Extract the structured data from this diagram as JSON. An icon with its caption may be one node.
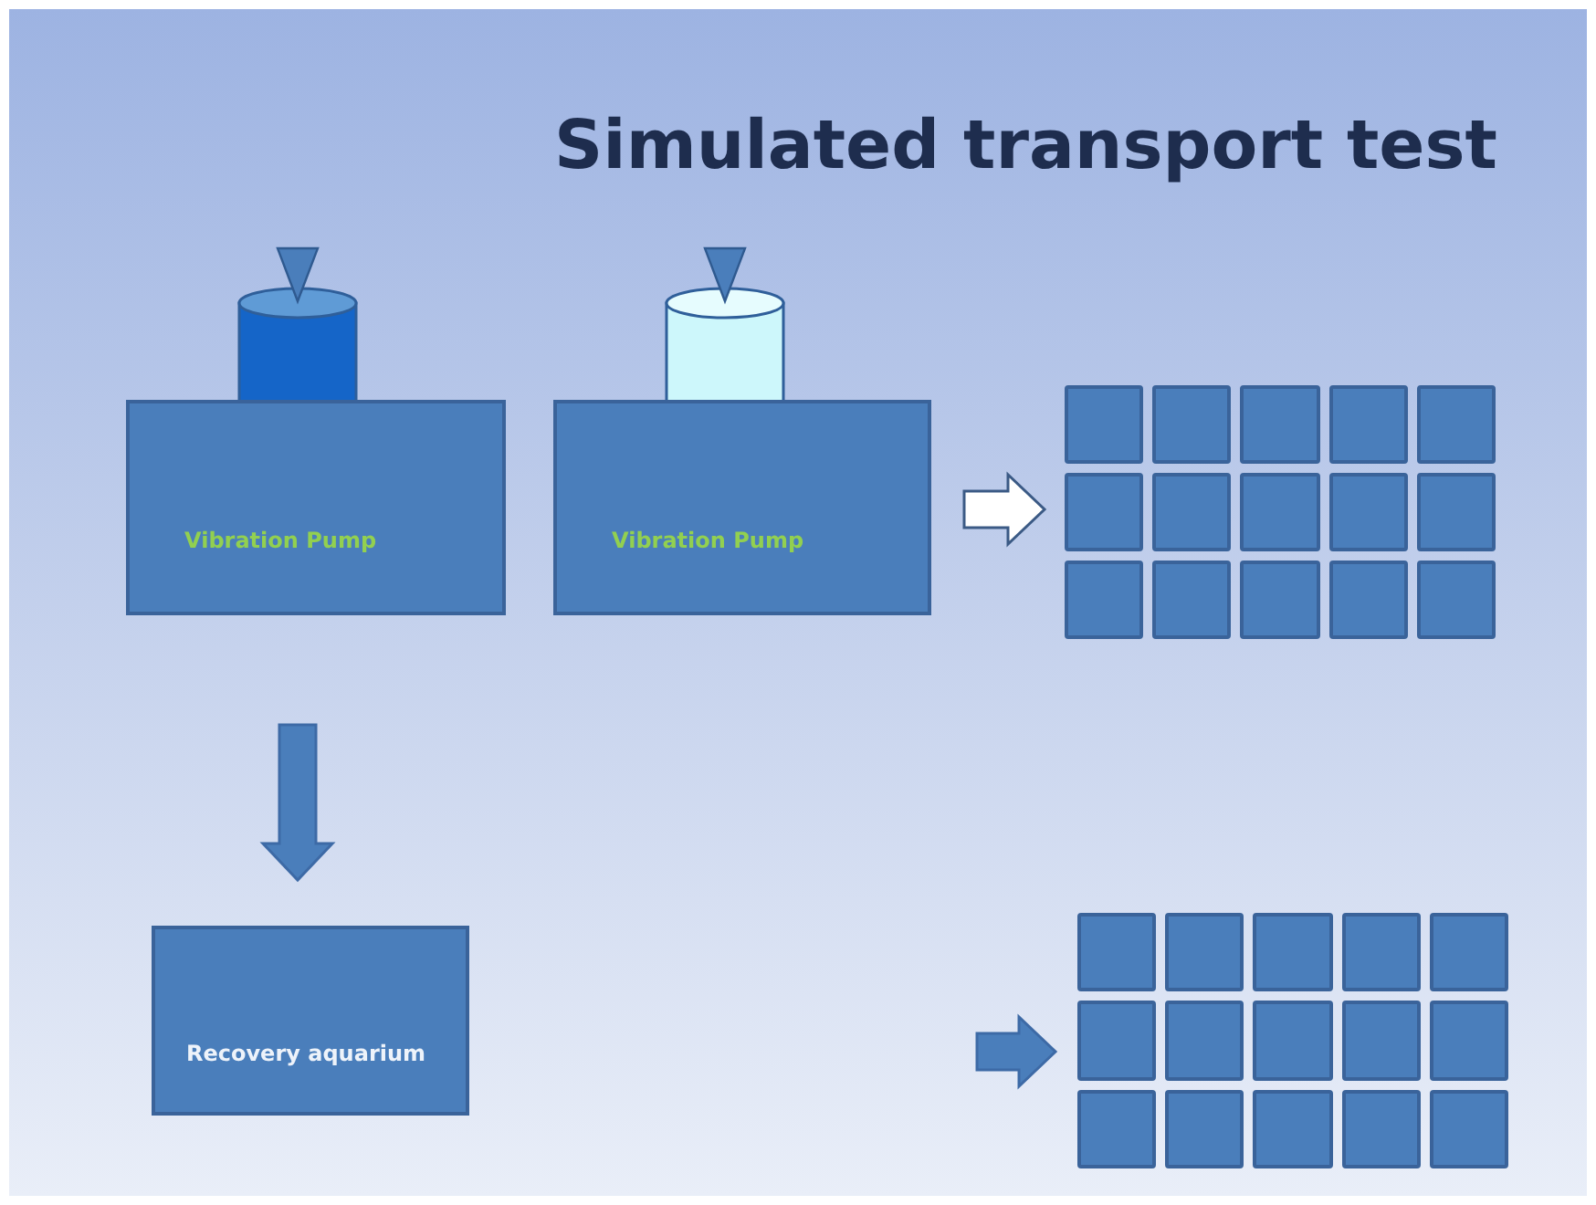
{
  "diagram": {
    "title": "Simulated transport test",
    "nodes": [
      {
        "text": [
          "Vibration Pump"
        ]
      },
      {
        "text": [
          "Vibration Pump"
        ]
      },
      {
        "text": [],
        "shape": "box"
      },
      {
        "text": [
          "Recovery  aquarium"
        ]
      },
      {
        "text": [],
        "shape": "box"
      }
    ],
    "edges": [
      {
        "from": 1,
        "to": 2,
        "arrow": "to",
        "color": "#ffffff"
      },
      {
        "from": 0,
        "to": 3,
        "arrow": "to"
      },
      {
        "from": null,
        "to": 4,
        "arrow": "to"
      }
    ]
  }
}
